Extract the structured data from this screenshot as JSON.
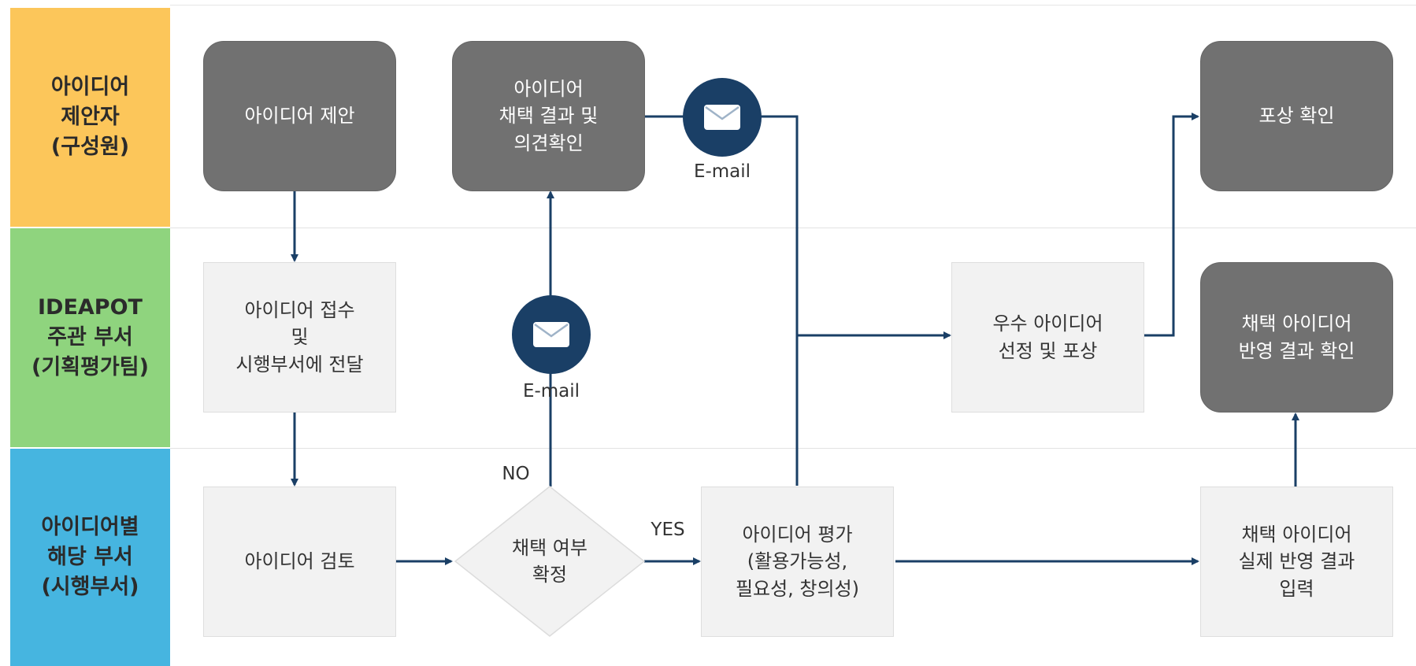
{
  "lanes": {
    "proposer": {
      "label": "아이디어\n제안자\n(구성원)",
      "color": "#fcc65a"
    },
    "ideapot": {
      "label": "IDEAPOT\n주관 부서\n(기획평가팀)",
      "color": "#8fd47e"
    },
    "dept": {
      "label": "아이디어별\n해당 부서\n(시행부서)",
      "color": "#46b5e0"
    }
  },
  "nodes": {
    "propose": "아이디어 제안",
    "check_result": "아이디어\n채택 결과 및\n의견확인",
    "reward_check": "포상 확인",
    "receive": "아이디어 접수\n및\n시행부서에 전달",
    "excellent": "우수 아이디어\n선정 및 포상",
    "reflect_check": "채택 아이디어\n반영 결과 확인",
    "review": "아이디어 검토",
    "decision": "채택 여부\n확정",
    "evaluate": "아이디어 평가\n(활용가능성,\n필요성, 창의성)",
    "input_result": "채택 아이디어\n실제 반영 결과\n입력"
  },
  "labels": {
    "email": "E-mail",
    "no": "NO",
    "yes": "YES"
  },
  "icons": {
    "mail": "envelope-icon"
  },
  "colors": {
    "line": "#1a3f66",
    "dark_box": "#717171",
    "light_box": "#f2f2f2"
  }
}
